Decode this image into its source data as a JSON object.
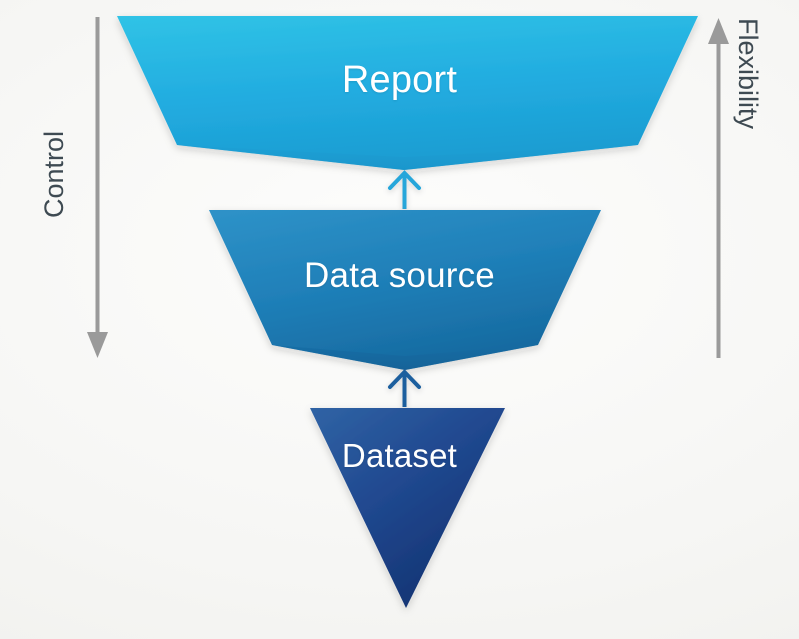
{
  "diagram": {
    "title": "Looker Studio data hierarchy funnel",
    "background_color": "#f6f6f4",
    "stages": [
      {
        "id": "report",
        "label": "Report",
        "level": 1,
        "color_top": "#2ec0e4",
        "color_bottom": "#1b9ed2",
        "text_color": "#ffffff"
      },
      {
        "id": "data-source",
        "label": "Data source",
        "level": 2,
        "color_top": "#2a8cc4",
        "color_bottom": "#1874b0",
        "text_color": "#ffffff"
      },
      {
        "id": "dataset",
        "label": "Dataset",
        "level": 3,
        "color_top": "#2a5ea0",
        "color_bottom": "#15357a",
        "text_color": "#ffffff"
      }
    ],
    "connectors": [
      {
        "id": "dataset-to-data-source",
        "direction": "up",
        "from": "Dataset",
        "to": "Data source",
        "color": "#1b5e9e"
      },
      {
        "id": "data-source-to-report",
        "direction": "up",
        "from": "Data source",
        "to": "Report",
        "color": "#25a6da"
      }
    ],
    "axes": [
      {
        "id": "control",
        "label": "Control",
        "side": "left",
        "arrow_direction": "down",
        "color": "#9a9a9a",
        "text_color": "#3e4a52"
      },
      {
        "id": "flexibility",
        "label": "Flexibility",
        "side": "right",
        "arrow_direction": "up",
        "color": "#9a9a9a",
        "text_color": "#3e4a52"
      }
    ]
  }
}
